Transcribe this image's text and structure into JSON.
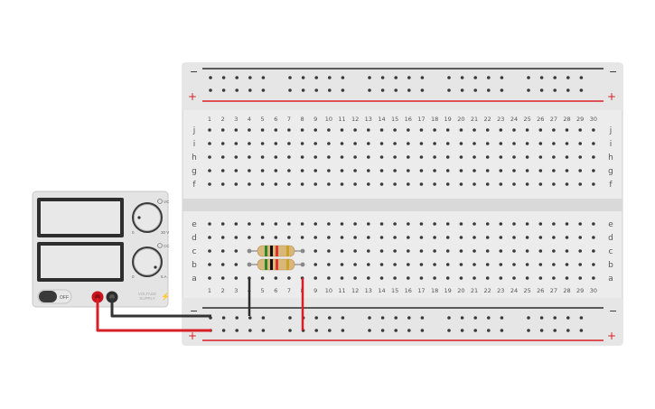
{
  "power_supply": {
    "voltage_display": "",
    "current_display": "",
    "voltage_icon_label": "VC",
    "voltage_max_label": "30 V",
    "voltage_min_label": "0",
    "current_icon_label": "CC",
    "current_max_label": "5 A",
    "current_min_label": "0",
    "power_switch_label": "OFF",
    "brand_line1": "VOLTAGE",
    "brand_line2": "SUPPLY",
    "lightning_glyph": "⚡"
  },
  "breadboard": {
    "column_labels": [
      "1",
      "2",
      "3",
      "4",
      "5",
      "6",
      "7",
      "8",
      "9",
      "10",
      "11",
      "12",
      "13",
      "14",
      "15",
      "16",
      "17",
      "18",
      "19",
      "20",
      "21",
      "22",
      "23",
      "24",
      "25",
      "26",
      "27",
      "28",
      "29",
      "30"
    ],
    "top_rows": [
      "j",
      "i",
      "h",
      "g",
      "f"
    ],
    "bottom_rows": [
      "e",
      "d",
      "c",
      "b",
      "a"
    ],
    "rail_minus": "−",
    "rail_plus": "+"
  },
  "colors": {
    "psu_body": "#e4e4e4",
    "breadboard_body": "#ececec",
    "rail_red": "#d81f26",
    "rail_black": "#2b2b2b",
    "wire_red": "#d81f26",
    "wire_black": "#333333"
  },
  "resistors": [
    {
      "bands": [
        "#2a8a2a",
        "#111111",
        "#e0312f",
        "#c9a227"
      ]
    },
    {
      "bands": [
        "#2a8a2a",
        "#111111",
        "#e0312f",
        "#c9a227"
      ]
    }
  ]
}
